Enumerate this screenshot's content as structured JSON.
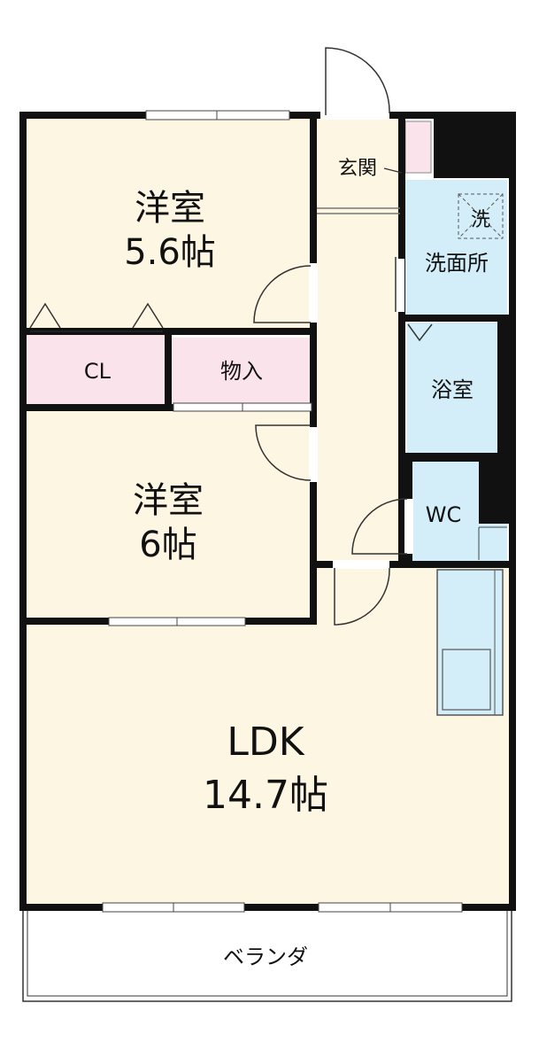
{
  "floor_plan": {
    "rooms": {
      "western_room_1": {
        "name": "洋室",
        "size": "5.6帖"
      },
      "western_room_2": {
        "name": "洋室",
        "size": "6帖"
      },
      "ldk": {
        "name": "LDK",
        "size": "14.7帖"
      },
      "closet": {
        "name": "CL"
      },
      "storage": {
        "name": "物入"
      },
      "entrance": {
        "name": "玄関"
      },
      "washroom": {
        "name": "洗面所"
      },
      "washing_machine": {
        "name": "洗"
      },
      "bathroom": {
        "name": "浴室"
      },
      "toilet": {
        "name": "WC"
      },
      "balcony": {
        "name": "ベランダ"
      }
    },
    "colors": {
      "floor": "#fdf6e3",
      "closet": "#fbe3ec",
      "wet_area": "#d4eef9",
      "wall": "#111111"
    }
  }
}
